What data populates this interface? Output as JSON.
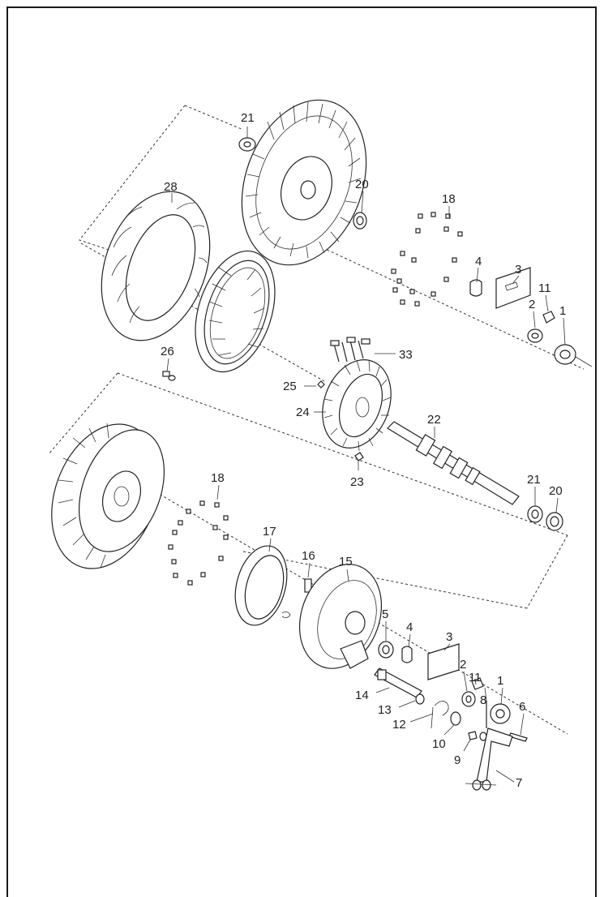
{
  "diagram": {
    "callouts": [
      {
        "id": "c21a",
        "text": "21"
      },
      {
        "id": "c28",
        "text": "28"
      },
      {
        "id": "c20a",
        "text": "20"
      },
      {
        "id": "c18a",
        "text": "18"
      },
      {
        "id": "c4a",
        "text": "4"
      },
      {
        "id": "c3a",
        "text": "3"
      },
      {
        "id": "c11a",
        "text": "11"
      },
      {
        "id": "c2a",
        "text": "2"
      },
      {
        "id": "c1a",
        "text": "1"
      },
      {
        "id": "c26",
        "text": "26"
      },
      {
        "id": "c33",
        "text": "33"
      },
      {
        "id": "c25",
        "text": "25"
      },
      {
        "id": "c24",
        "text": "24"
      },
      {
        "id": "c22",
        "text": "22"
      },
      {
        "id": "c23",
        "text": "23"
      },
      {
        "id": "c21b",
        "text": "21"
      },
      {
        "id": "c20b",
        "text": "20"
      },
      {
        "id": "c18b",
        "text": "18"
      },
      {
        "id": "c17",
        "text": "17"
      },
      {
        "id": "c16",
        "text": "16"
      },
      {
        "id": "c15",
        "text": "15"
      },
      {
        "id": "c5",
        "text": "5"
      },
      {
        "id": "c4b",
        "text": "4"
      },
      {
        "id": "c3b",
        "text": "3"
      },
      {
        "id": "c2b",
        "text": "2"
      },
      {
        "id": "c11b",
        "text": "11"
      },
      {
        "id": "c1b",
        "text": "1"
      },
      {
        "id": "c8",
        "text": "8"
      },
      {
        "id": "c6",
        "text": "6"
      },
      {
        "id": "c14",
        "text": "14"
      },
      {
        "id": "c13",
        "text": "13"
      },
      {
        "id": "c12",
        "text": "12"
      },
      {
        "id": "c10",
        "text": "10"
      },
      {
        "id": "c9",
        "text": "9"
      },
      {
        "id": "c7",
        "text": "7"
      }
    ]
  }
}
